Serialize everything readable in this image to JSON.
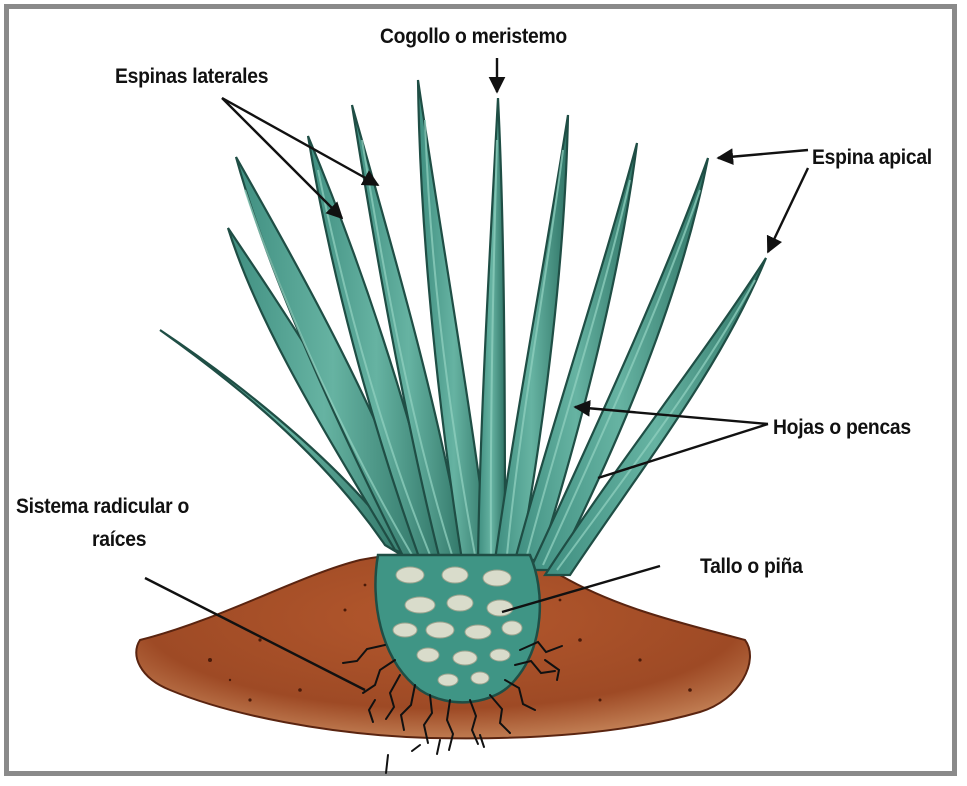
{
  "labels": {
    "meristem": "Cogollo o meristemo",
    "lateral_spines": "Espinas laterales",
    "apical_spine": "Espina apical",
    "leaves": "Hojas o pencas",
    "roots_line1": "Sistema radicular o",
    "roots_line2": "raíces",
    "stem": "Tallo o piña"
  },
  "colors": {
    "leaf": "#4f9f90",
    "leaf_dark": "#2c6b60",
    "leaf_light": "#7fc4b3",
    "soil": "#a7502a",
    "soil_dark": "#6e2d15",
    "pina_patch": "#d9dccb",
    "frame": "#8a8a8a"
  }
}
